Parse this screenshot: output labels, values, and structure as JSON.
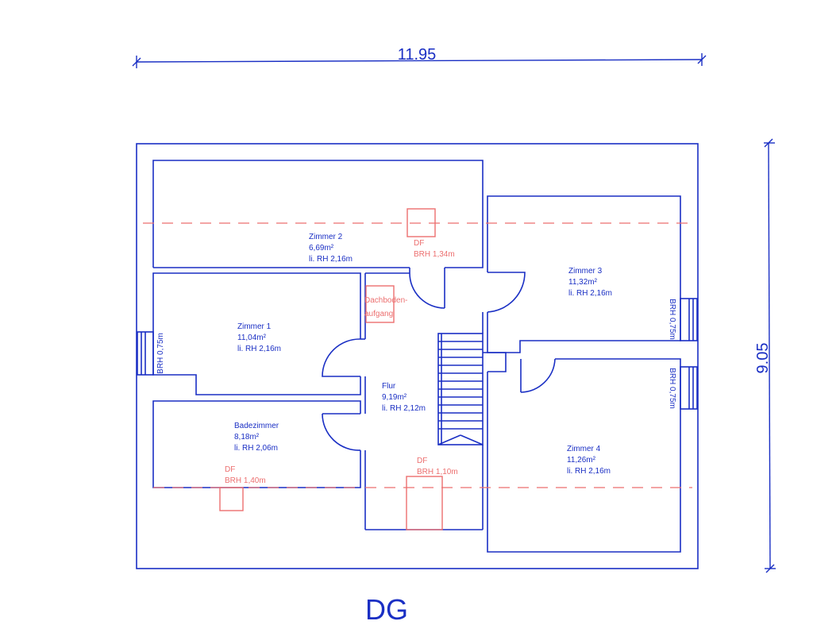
{
  "plan": {
    "width_label": "11.95",
    "depth_label": "9.05",
    "floor_label": "DG",
    "rooms": [
      {
        "name": "Zimmer 2",
        "area": "6,69m²",
        "height": "li. RH 2,16m"
      },
      {
        "name": "Zimmer 1",
        "area": "11,04m²",
        "height": "li. RH 2,16m"
      },
      {
        "name": "Badezimmer",
        "area": "8,18m²",
        "height": "li. RH 2,06m"
      },
      {
        "name": "Flur",
        "area": "9,19m²",
        "height": "li. RH 2,12m"
      },
      {
        "name": "Zimmer 3",
        "area": "11,32m²",
        "height": "li. RH 2,16m"
      },
      {
        "name": "Zimmer 4",
        "area": "11,26m²",
        "height": "li. RH 2,16m"
      }
    ],
    "skylights": [
      {
        "label": "DF",
        "sill": "BRH 1,34m"
      },
      {
        "label": "DF",
        "sill": "BRH 1,40m"
      },
      {
        "label": "DF",
        "sill": "BRH 1,10m"
      }
    ],
    "attic_access": [
      "Dachboden-",
      "aufgang"
    ],
    "windows": [
      {
        "sill": "BRH 0,75m"
      },
      {
        "sill": "BRH 0,75m"
      },
      {
        "sill": "BRH 0,75m"
      }
    ],
    "colors": {
      "walls": "#1a2fc4",
      "roof_features": "#ec6f6f"
    }
  }
}
